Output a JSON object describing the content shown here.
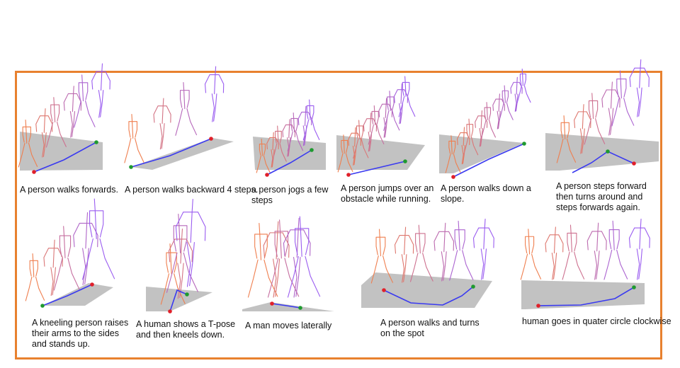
{
  "colors": {
    "border": "#e8812f",
    "floor": "#c2c2c2",
    "trajectory": "#3a3af0",
    "start_marker": "#e0202a",
    "end_marker": "#1f9a2f",
    "pose_early": "#ef7e4e",
    "pose_late": "#9a5cf0"
  },
  "panels": [
    {
      "caption": "A person walks forwards."
    },
    {
      "caption": "A person walks backward 4 steps."
    },
    {
      "caption": "a person jogs a few\nsteps"
    },
    {
      "caption": "A person jumps over an\nobstacle while running."
    },
    {
      "caption": "A person walks down a\nslope."
    },
    {
      "caption": "A person steps forward\nthen turns around and\nsteps forwards again."
    },
    {
      "caption": "A kneeling person raises\ntheir arms to the sides\nand stands up."
    },
    {
      "caption": "A human shows a T-pose\nand then kneels down."
    },
    {
      "caption": "A man moves laterally"
    },
    {
      "caption": "A person walks and turns\non the spot"
    },
    {
      "caption": "human goes in quater circle clockwise"
    }
  ]
}
